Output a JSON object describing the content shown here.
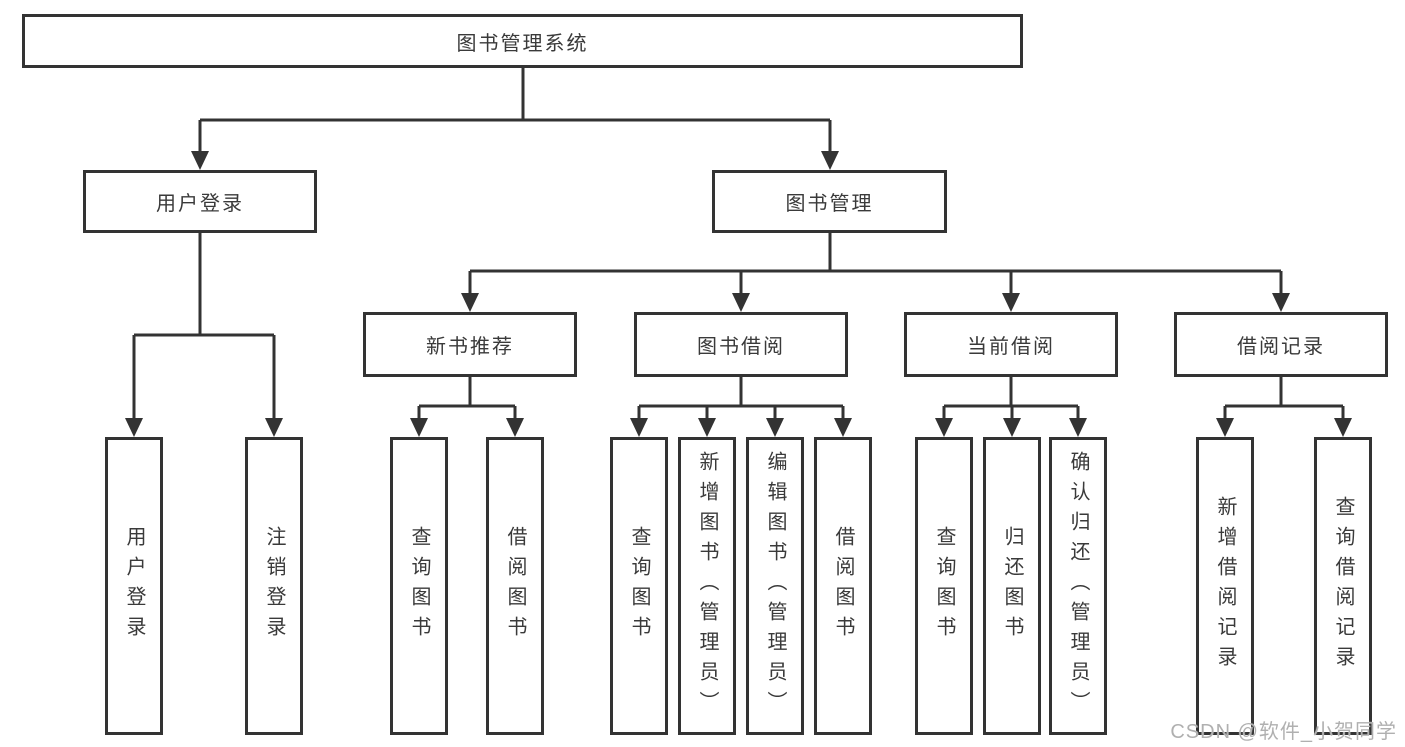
{
  "diagram": {
    "root_label": "图书管理系统",
    "branches": [
      {
        "label": "用户登录",
        "children": [
          {
            "label": "用户登录"
          },
          {
            "label": "注销登录"
          }
        ]
      },
      {
        "label": "图书管理",
        "children": [
          {
            "label": "新书推荐",
            "children": [
              {
                "label": "查询图书"
              },
              {
                "label": "借阅图书"
              }
            ]
          },
          {
            "label": "图书借阅",
            "children": [
              {
                "label": "查询图书"
              },
              {
                "label": "新增图书（管理员）"
              },
              {
                "label": "编辑图书（管理员）"
              },
              {
                "label": "借阅图书"
              }
            ]
          },
          {
            "label": "当前借阅",
            "children": [
              {
                "label": "查询图书"
              },
              {
                "label": "归还图书"
              },
              {
                "label": "确认归还（管理员）"
              }
            ]
          },
          {
            "label": "借阅记录",
            "children": [
              {
                "label": "新增借阅记录"
              },
              {
                "label": "查询借阅记录"
              }
            ]
          }
        ]
      }
    ],
    "line_color": "#333333"
  },
  "watermark": {
    "text": "CSDN @软件_小贺同学",
    "color": "#b0b0b0"
  }
}
